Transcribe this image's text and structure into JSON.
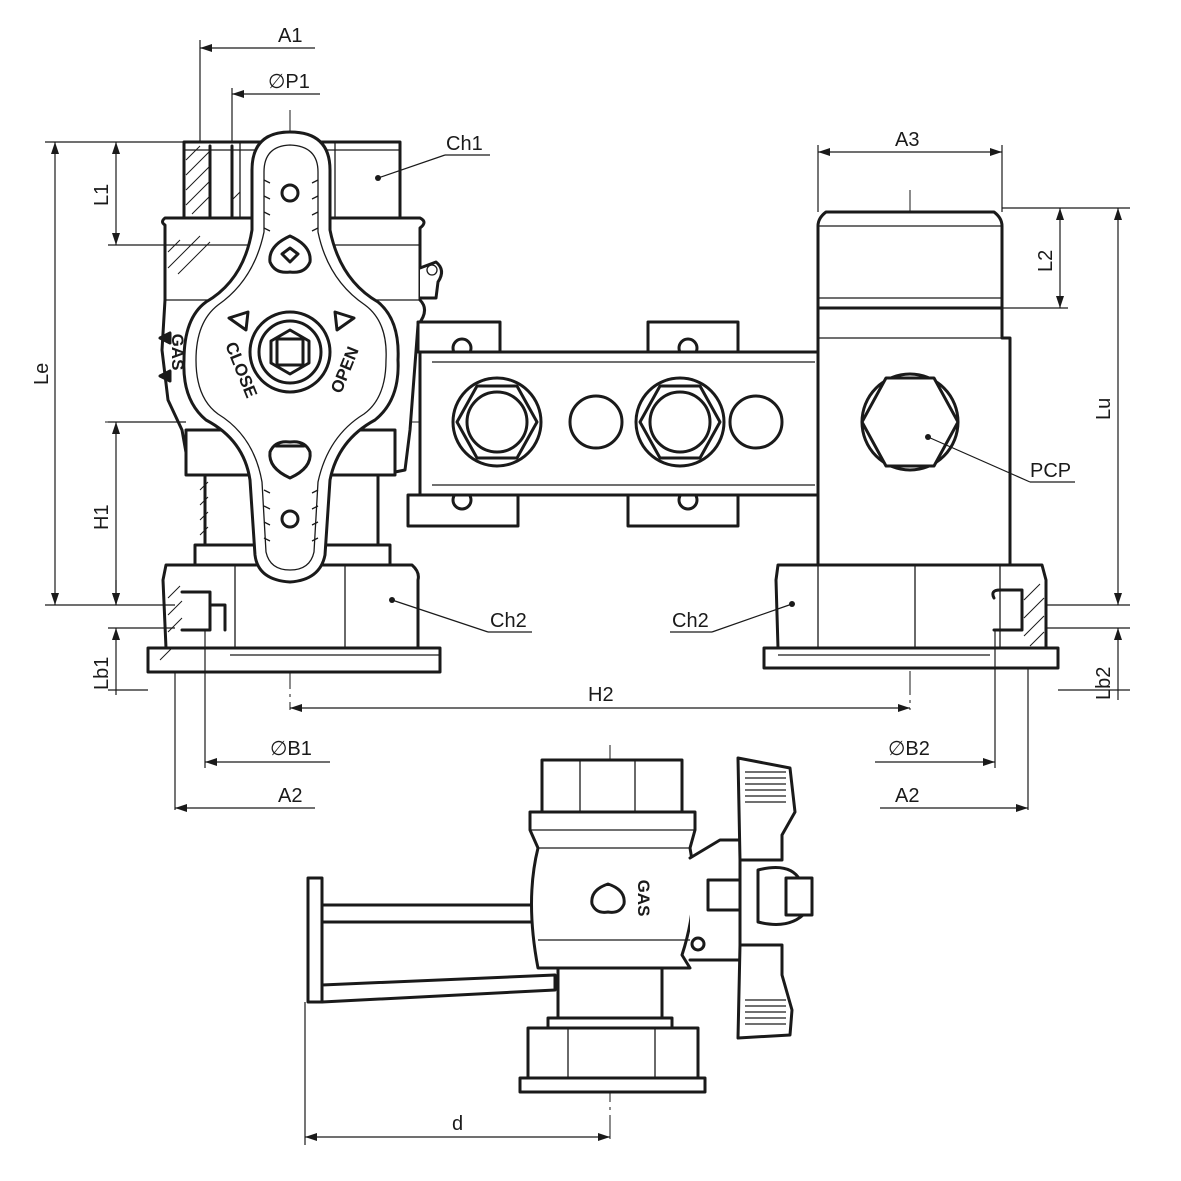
{
  "dimensions": {
    "a1": "A1",
    "p1": "∅P1",
    "ch1": "Ch1",
    "a3": "A3",
    "l1": "L1",
    "l2": "L2",
    "le": "Le",
    "lu": "Lu",
    "h1": "H1",
    "pcp": "PCP",
    "ch2_left": "Ch2",
    "ch2_right": "Ch2",
    "lb1": "Lb1",
    "lb2": "Lb2",
    "h2": "H2",
    "b1": "∅B1",
    "b2": "∅B2",
    "a2_left": "A2",
    "a2_right": "A2",
    "d": "d"
  },
  "markings": {
    "close": "CLOSE",
    "open": "OPEN",
    "gas_front": "GAS",
    "gas_side": "GAS"
  }
}
